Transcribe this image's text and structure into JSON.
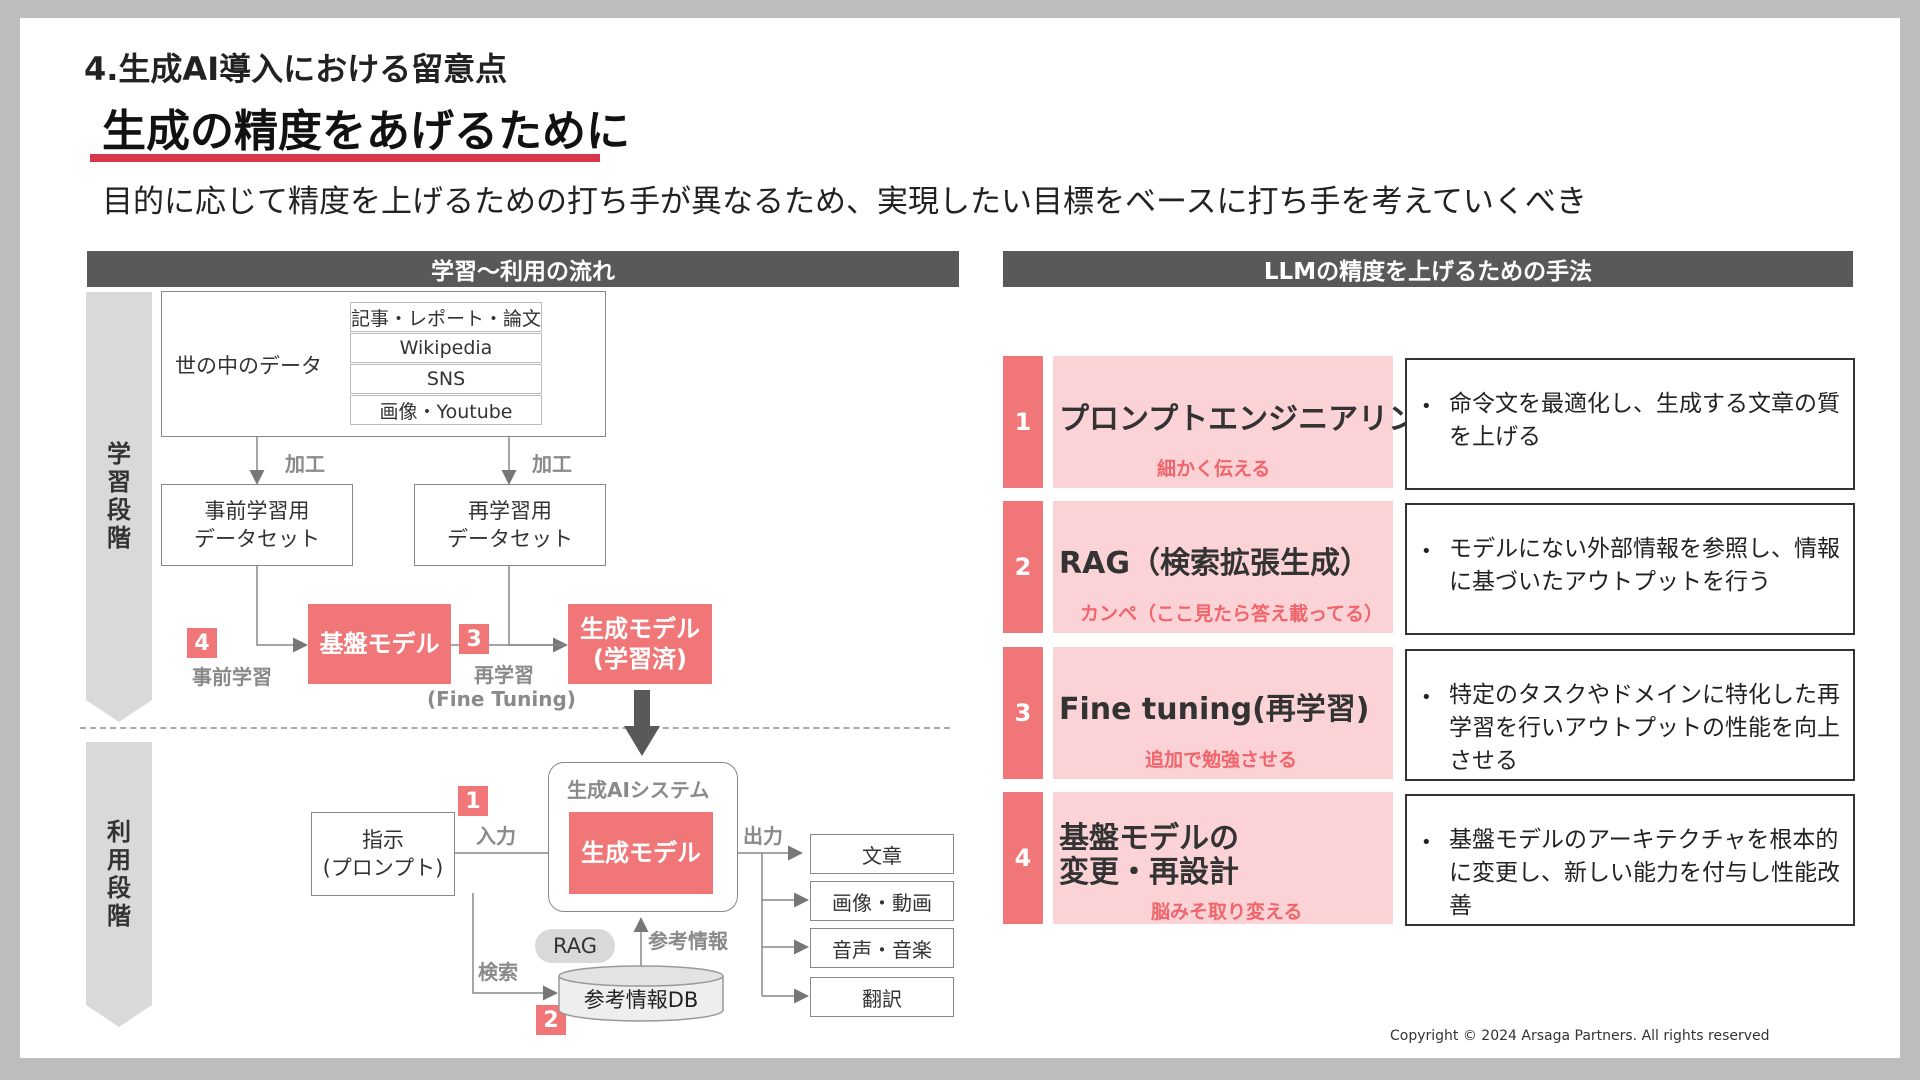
{
  "header": {
    "section": "4.生成AI導入における留意点",
    "title": "生成の精度をあげるために",
    "subtitle": "目的に応じて精度を上げるための打ち手が異なるため、実現したい目標をベースに打ち手を考えていくべき"
  },
  "left": {
    "bar_title": "学習～利用の流れ",
    "stage_learning": "学習段階",
    "stage_usage": "利用段階",
    "world_data": "世の中のデータ",
    "sources": [
      "記事・レポート・論文",
      "Wikipedia",
      "SNS",
      "画像・Youtube"
    ],
    "process1": "加工",
    "process2": "加工",
    "pretrain_dataset": "事前学習用\nデータセット",
    "retrain_dataset": "再学習用\nデータセット",
    "base_model": "基盤モデル",
    "gen_model_trained": "生成モデル\n(学習済)",
    "badge4": "4",
    "badge3": "3",
    "badge1": "1",
    "badge2": "2",
    "pretrain_label": "事前学習",
    "retrain_label": "再学習",
    "fine_tuning_label": "(Fine Tuning)",
    "system_label": "生成AIシステム",
    "gen_model": "生成モデル",
    "instruction": "指示\n(プロンプト)",
    "input_label": "入力",
    "output_label": "出力",
    "rag_label": "RAG",
    "ref_info_label": "参考情報",
    "search_label": "検索",
    "ref_db": "参考情報DB",
    "outputs": [
      "文章",
      "画像・動画",
      "音声・音楽",
      "翻訳"
    ]
  },
  "right": {
    "bar_title": "LLMの精度を上げるための手法",
    "rows": [
      {
        "num": "1",
        "title": "プロンプトエンジニアリング",
        "sub": "細かく伝える",
        "desc": "命令文を最適化し、生成する文章の質を上げる"
      },
      {
        "num": "2",
        "title": "RAG（検索拡張生成）",
        "sub": "カンペ（ここ見たら答え載ってる）",
        "desc": "モデルにない外部情報を参照し、情報に基づいたアウトプットを行う"
      },
      {
        "num": "3",
        "title": "Fine tuning(再学習)",
        "sub": "追加で勉強させる",
        "desc": "特定のタスクやドメインに特化した再学習を行いアウトプットの性能を向上させる"
      },
      {
        "num": "4",
        "title": "基盤モデルの\n変更・再設計",
        "sub": "脳みそ取り変える",
        "desc": "基盤モデルのアーキテクチャを根本的に変更し、新しい能力を付与し性能改善"
      }
    ]
  },
  "footer": {
    "copyright": "Copyright © 2024 Arsaga Partners. All rights reserved"
  },
  "colors": {
    "accent_red": "#d9364a",
    "pink": "#f07677",
    "light_pink": "#fbd3d6",
    "dark_bar": "#595959"
  }
}
